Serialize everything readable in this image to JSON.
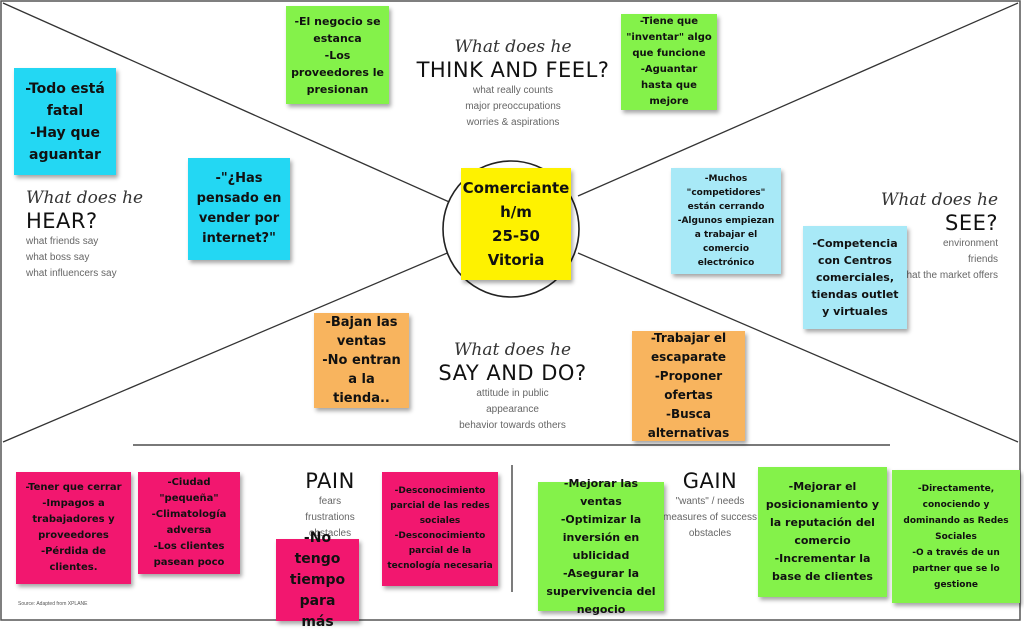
{
  "colors": {
    "yellow": "#fef200",
    "green": "#84f24a",
    "cyan": "#23d7f3",
    "lightblue": "#a8e9f7",
    "orange": "#f8b45e",
    "pink": "#f2176f"
  },
  "sections": {
    "think": {
      "question": "What does he",
      "heading": "THINK AND FEEL?",
      "sub": [
        "what really counts",
        "major preoccupations",
        "worries & aspirations"
      ]
    },
    "hear": {
      "question": "What does he",
      "heading": "HEAR?",
      "sub": [
        "what friends say",
        "what boss say",
        "what influencers say"
      ]
    },
    "see": {
      "question": "What does he",
      "heading": "SEE?",
      "sub": [
        "environment",
        "friends",
        "what the market offers"
      ]
    },
    "say": {
      "question": "What does he",
      "heading": "SAY AND DO?",
      "sub": [
        "attitude in public",
        "appearance",
        "behavior towards others"
      ]
    },
    "pain": {
      "heading": "PAIN",
      "sub": [
        "fears",
        "frustrations",
        "obstacles"
      ]
    },
    "gain": {
      "heading": "GAIN",
      "sub": [
        "\"wants\" / needs",
        "measures of success",
        "obstacles"
      ]
    }
  },
  "center": {
    "text": "Comerciante\nh/m\n25-50\nVitoria"
  },
  "notes": {
    "think_left": "-El negocio se estanca\n-Los proveedores le presionan",
    "think_right": "-Tiene que \"inventar\" algo que funcione\n-Aguantar hasta que mejore",
    "hear_top": "-Todo está fatal\n-Hay que aguantar",
    "hear_mid": "-\"¿Has pensado en vender por internet?\"",
    "see_left": "-Muchos \"competidores\" están cerrando\n-Algunos empiezan a trabajar el comercio electrónico",
    "see_right": "-Competencia con Centros comerciales, tiendas outlet y virtuales",
    "say_left": "-Bajan las ventas\n-No entran a la tienda..",
    "say_right": "-Trabajar el escaparate\n-Proponer ofertas\n-Busca alternativas",
    "pain_1": "-Tener que cerrar\n-Impagos a trabajadores y proveedores\n-Pérdida de clientes.",
    "pain_2": "-Ciudad \"pequeña\"\n-Climatología adversa\n-Los clientes pasean poco",
    "pain_3": "-No tengo tiempo para más",
    "pain_4": "-Desconocimiento parcial de las redes sociales\n-Desconocimiento parcial de la tecnología necesaria",
    "gain_1": "-Mejorar las ventas\n-Optimizar la inversión en ublicidad\n-Asegurar la supervivencia del negocio",
    "gain_2": "-Mejorar el posicionamiento y la reputación del comercio\n-Incrementar la base de clientes",
    "gain_3": "-Directamente, conociendo y dominando as Redes Sociales\n-O a través de un partner que se lo gestione"
  },
  "source": "Source: Adapted from XPLANE"
}
